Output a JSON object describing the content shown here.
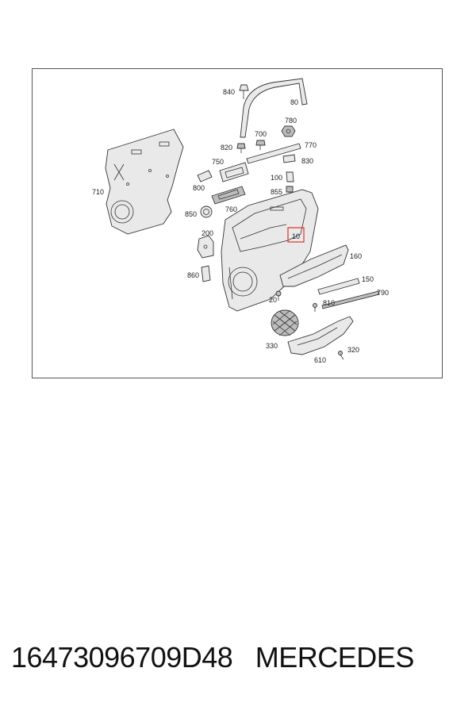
{
  "caption": {
    "part_number": "16473096709D48",
    "brand": "MERCEDES"
  },
  "callouts": {
    "c840": "840",
    "c80": "80",
    "c700": "700",
    "c780": "780",
    "c820": "820",
    "c770": "770",
    "c710": "710",
    "c750": "750",
    "c830": "830",
    "c100": "100",
    "c800": "800",
    "c855": "855",
    "c760": "760",
    "c850": "850",
    "c200": "200",
    "c10": "10",
    "c160": "160",
    "c860": "860",
    "c150": "150",
    "c790": "790",
    "c20": "20",
    "c810": "810",
    "c330": "330",
    "c320": "320",
    "c610": "610"
  },
  "highlight_color": "#e0302a"
}
